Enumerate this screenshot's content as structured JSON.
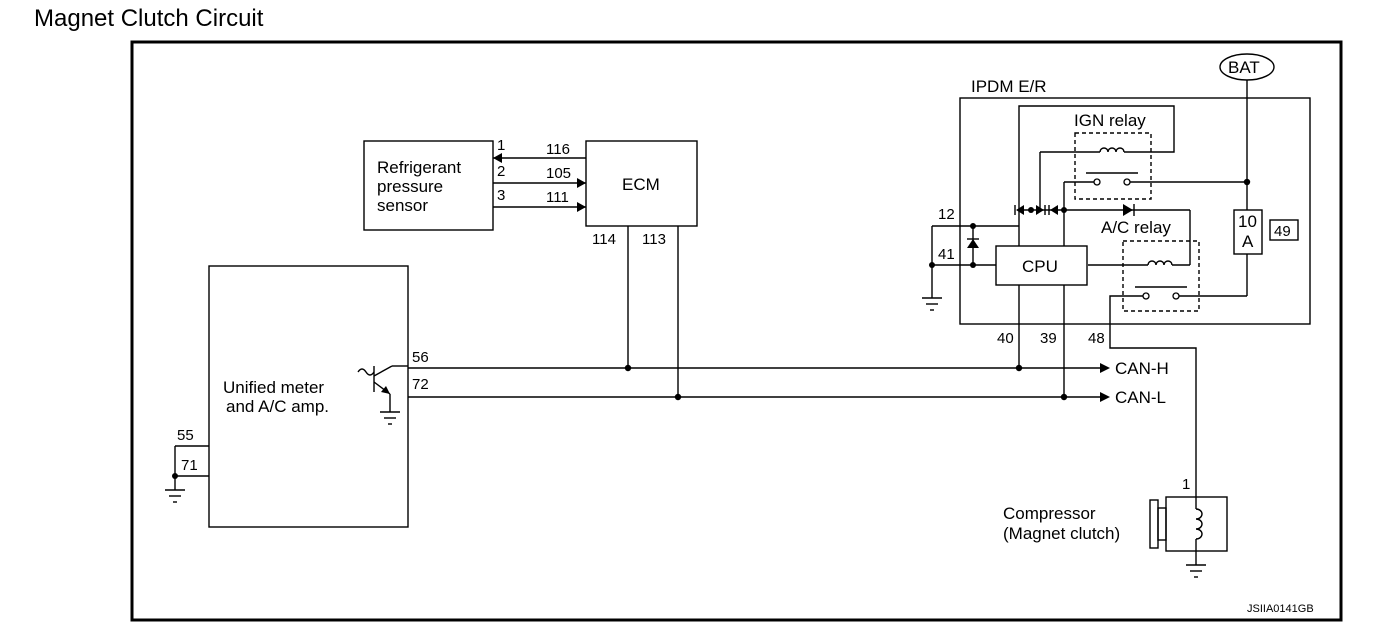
{
  "title": "Magnet Clutch Circuit",
  "figure_id": "JSIIA0141GB",
  "components": {
    "refrigerant_sensor": [
      "Refrigerant",
      "pressure",
      "sensor"
    ],
    "ecm": "ECM",
    "meter": [
      "Unified meter",
      "and A/C amp."
    ],
    "ipdm": "IPDM E/R",
    "ign_relay": "IGN relay",
    "ac_relay": "A/C relay",
    "cpu": "CPU",
    "bat": "BAT",
    "fuse": [
      "10",
      "A"
    ],
    "fuse_no": "49",
    "compressor": [
      "Compressor",
      "(Magnet clutch)"
    ]
  },
  "signals": {
    "can_h": "CAN-H",
    "can_l": "CAN-L"
  },
  "pins": {
    "sensor_1": "1",
    "sensor_2": "2",
    "sensor_3": "3",
    "ecm_116": "116",
    "ecm_105": "105",
    "ecm_111": "111",
    "ecm_114": "114",
    "ecm_113": "113",
    "meter_56": "56",
    "meter_72": "72",
    "meter_55": "55",
    "meter_71": "71",
    "ipdm_12": "12",
    "ipdm_41": "41",
    "ipdm_40": "40",
    "ipdm_39": "39",
    "ipdm_48": "48",
    "compressor_1": "1"
  }
}
